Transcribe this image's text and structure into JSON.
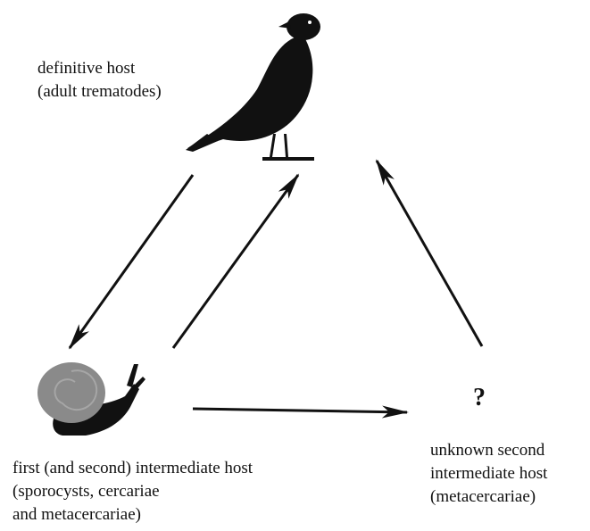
{
  "definitive_host": {
    "line1": "definitive host",
    "line2": "(adult trematodes)",
    "icon": "crow-icon"
  },
  "first_intermediate_host": {
    "line1": "first (and second) intermediate host",
    "line2": "(sporocysts, cercariae",
    "line3": "and metacercariae)",
    "icon": "snail-icon"
  },
  "unknown_second_host": {
    "symbol": "?",
    "line1": "unknown second",
    "line2": "intermediate host",
    "line3": "(metacercariae)"
  },
  "colors": {
    "silhouette": "#111111",
    "snail_shell": "#8a8a8a",
    "arrow": "#111111"
  }
}
